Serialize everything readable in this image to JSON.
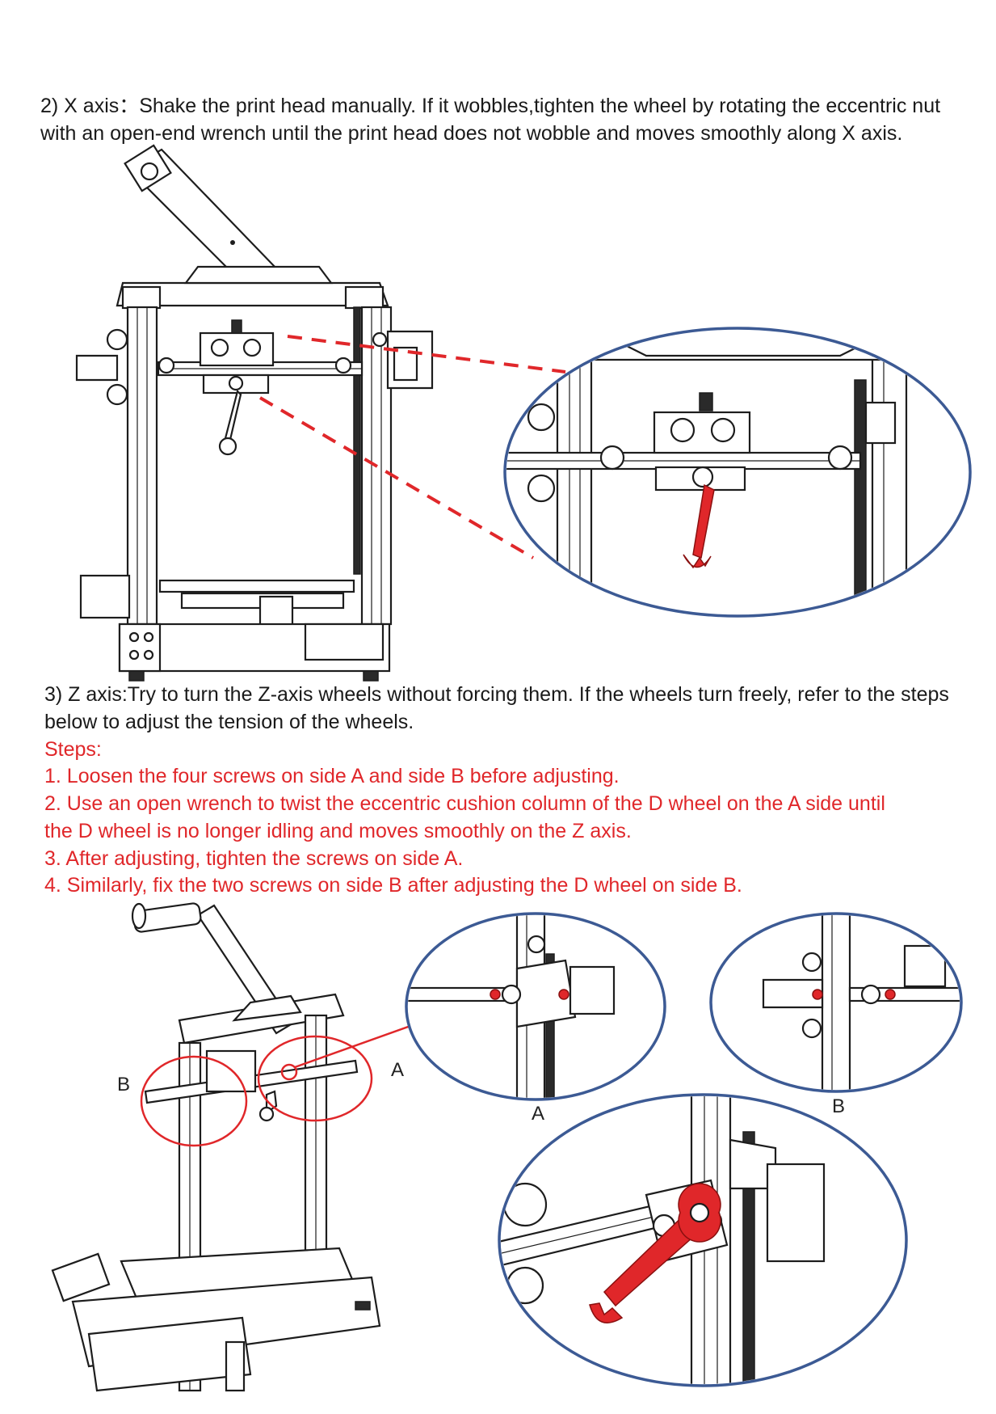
{
  "x_axis": {
    "text": "2) X axis：Shake the print head manually. If it wobbles,tighten the wheel by rotating the eccentric nut with an open-end wrench until the print head does not wobble and moves smoothly along X axis."
  },
  "z_axis": {
    "intro": "3) Z axis:Try to turn the Z-axis wheels without forcing them. If the wheels turn freely, refer to the steps below to adjust the tension of the wheels.",
    "steps_heading": "Steps:",
    "steps": [
      "1. Loosen the four screws on side A and side B before adjusting.",
      "2. Use an open wrench to twist the eccentric cushion column of the D wheel on the A side until the D wheel is no longer idling and moves smoothly on the Z axis.",
      "3. After adjusting, tighten the screws on side A.",
      "4. Similarly, fix the two screws on side B after adjusting the D wheel on side B."
    ]
  },
  "figure_labels": {
    "side_a": "A",
    "side_b": "B"
  },
  "colors": {
    "callout_border": "#3c5a94",
    "highlight_red": "#e0272a"
  }
}
